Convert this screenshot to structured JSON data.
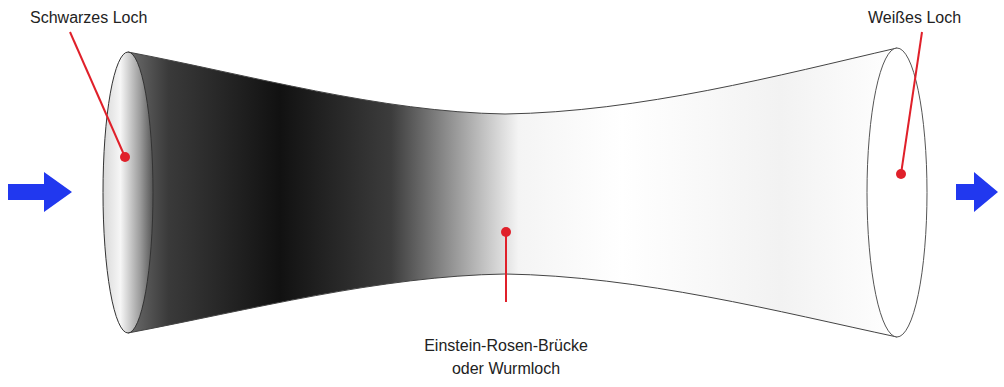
{
  "diagram": {
    "labels": [
      "Schwarzes Loch",
      "Weißes Loch",
      "Einstein-Rosen-Brücke oder Wurmloch"
    ]
  }
}
